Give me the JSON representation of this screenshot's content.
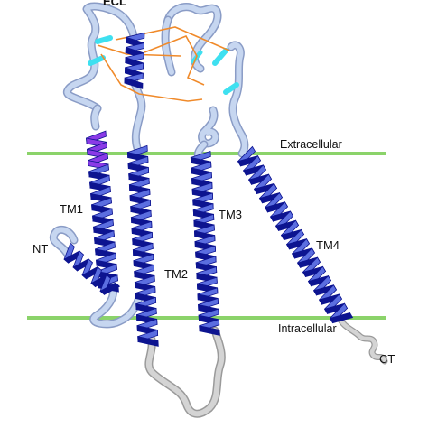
{
  "labels": {
    "ecl": "ECL",
    "extracellular": "Extracellular",
    "intracellular": "Intracellular",
    "tm1": "TM1",
    "tm2": "TM2",
    "tm3": "TM3",
    "tm4": "TM4",
    "nt": "NT",
    "ct": "CT"
  },
  "colors": {
    "membrane": "#8bd36a",
    "helix_light": "#5b6ee0",
    "helix_dark": "#0d1490",
    "loop": "#c6d6f0",
    "loop_edge": "#8a9cc6",
    "loop_intracellular": "#d4d4d4",
    "disulfide": "#f08a2a",
    "beta_strand": "#3ee0f0",
    "tm1_top": "#8a3ae6"
  }
}
